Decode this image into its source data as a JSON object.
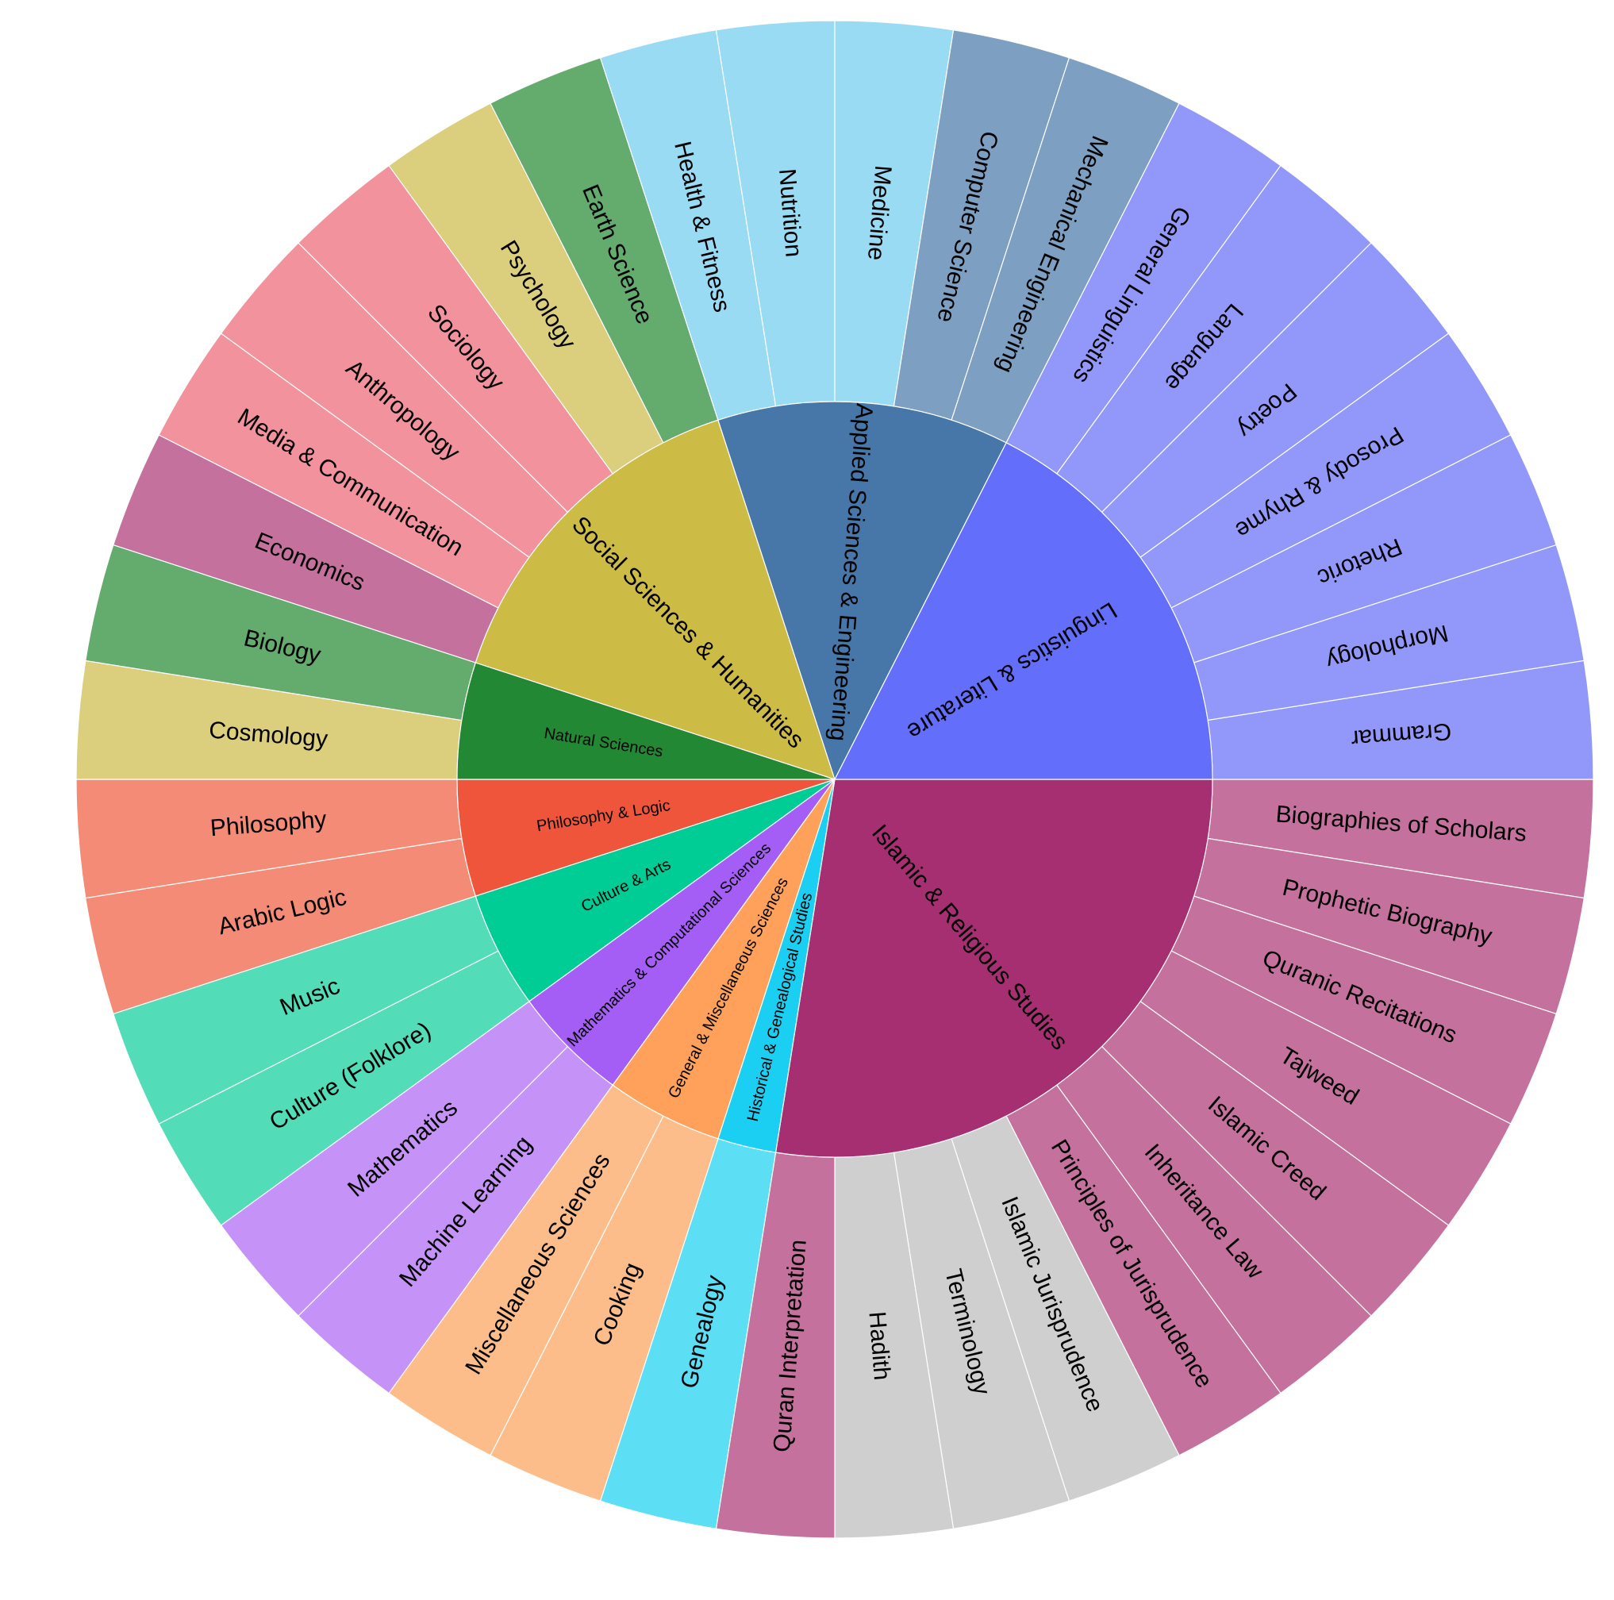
{
  "chart_data": {
    "type": "sunburst",
    "start_angle_deg": 90,
    "direction": "clockwise",
    "categories": [
      {
        "name": "Islamic & Religious Studies",
        "color": "#A62F71",
        "children": [
          {
            "name": "Biographies of Scholars",
            "value": 1,
            "color": "#C5719D"
          },
          {
            "name": "Prophetic Biography",
            "value": 1,
            "color": "#C5719D"
          },
          {
            "name": "Quranic Recitations",
            "value": 1,
            "color": "#C5719D"
          },
          {
            "name": "Tajweed",
            "value": 1,
            "color": "#C5719D"
          },
          {
            "name": "Islamic Creed",
            "value": 1,
            "color": "#C5719D"
          },
          {
            "name": "Inheritance Law",
            "value": 1,
            "color": "#C5719D"
          },
          {
            "name": "Principles of Jurisprudence",
            "value": 1,
            "color": "#C5719D"
          },
          {
            "name": "Islamic Jurisprudence",
            "value": 1,
            "color": "#CFCFCF"
          },
          {
            "name": "Terminology",
            "value": 1,
            "color": "#CFCFCF"
          },
          {
            "name": "Hadith",
            "value": 1,
            "color": "#CFCFCF"
          },
          {
            "name": "Quran Interpretation",
            "value": 1,
            "color": "#C5719D"
          }
        ]
      },
      {
        "name": "Historical & Genealogical Studies",
        "color": "#1BCFF2",
        "children": [
          {
            "name": "Genealogy",
            "value": 1,
            "color": "#5CDEF4"
          }
        ]
      },
      {
        "name": "General & Miscellaneous Sciences",
        "color": "#FFA15A",
        "children": [
          {
            "name": "Cooking",
            "value": 1,
            "color": "#FDBD8B"
          },
          {
            "name": "Miscellaneous Sciences",
            "value": 1,
            "color": "#FDBD8B"
          }
        ]
      },
      {
        "name": "Mathematics & Computational Sciences",
        "color": "#A45EF5",
        "children": [
          {
            "name": "Machine Learning",
            "value": 1,
            "color": "#C592F7"
          },
          {
            "name": "Mathematics",
            "value": 1,
            "color": "#C592F7"
          }
        ]
      },
      {
        "name": "Culture & Arts",
        "color": "#00CC96",
        "children": [
          {
            "name": "Culture (Folklore)",
            "value": 1,
            "color": "#52DCB7"
          },
          {
            "name": "Music",
            "value": 1,
            "color": "#52DCB7"
          }
        ]
      },
      {
        "name": "Philosophy & Logic",
        "color": "#EF553B",
        "children": [
          {
            "name": "Arabic Logic",
            "value": 1,
            "color": "#F48B77"
          },
          {
            "name": "Philosophy",
            "value": 1,
            "color": "#F48B77"
          }
        ]
      },
      {
        "name": "Natural Sciences",
        "color": "#228833",
        "children": [
          {
            "name": "Cosmology",
            "value": 1,
            "color": "#DBCE7C"
          },
          {
            "name": "Biology",
            "value": 1,
            "color": "#64AB6E"
          }
        ]
      },
      {
        "name": "Social Sciences & Humanities",
        "color": "#CCBB44",
        "children": [
          {
            "name": "Economics",
            "value": 1,
            "color": "#C5719D"
          },
          {
            "name": "Media & Communication",
            "value": 1,
            "color": "#F2929C"
          },
          {
            "name": "Anthropology",
            "value": 1,
            "color": "#F2929C"
          },
          {
            "name": "Sociology",
            "value": 1,
            "color": "#F2929C"
          },
          {
            "name": "Psychology",
            "value": 1,
            "color": "#DBCE7C"
          },
          {
            "name": "Earth Science",
            "value": 1,
            "color": "#64AB6E"
          }
        ]
      },
      {
        "name": "Applied Sciences & Engineering",
        "color": "#4677A8",
        "children": [
          {
            "name": "Health & Fitness",
            "value": 1,
            "color": "#99DBF3"
          },
          {
            "name": "Nutrition",
            "value": 1,
            "color": "#99DBF3"
          },
          {
            "name": "Medicine",
            "value": 1,
            "color": "#99DBF3"
          },
          {
            "name": "Computer Science",
            "value": 1,
            "color": "#7D9FC2"
          },
          {
            "name": "Mechanical Engineering",
            "value": 1,
            "color": "#7D9FC2"
          }
        ]
      },
      {
        "name": "Linguistics & Literature",
        "color": "#636EFA",
        "children": [
          {
            "name": "General Linguistics",
            "value": 1,
            "color": "#9298F9"
          },
          {
            "name": "Language",
            "value": 1,
            "color": "#9298F9"
          },
          {
            "name": "Poetry",
            "value": 1,
            "color": "#9298F9"
          },
          {
            "name": "Prosody & Rhyme",
            "value": 1,
            "color": "#9298F9"
          },
          {
            "name": "Rhetoric",
            "value": 1,
            "color": "#9298F9"
          },
          {
            "name": "Morphology",
            "value": 1,
            "color": "#9298F9"
          },
          {
            "name": "Grammar",
            "value": 1,
            "color": "#9298F9"
          }
        ]
      }
    ]
  }
}
